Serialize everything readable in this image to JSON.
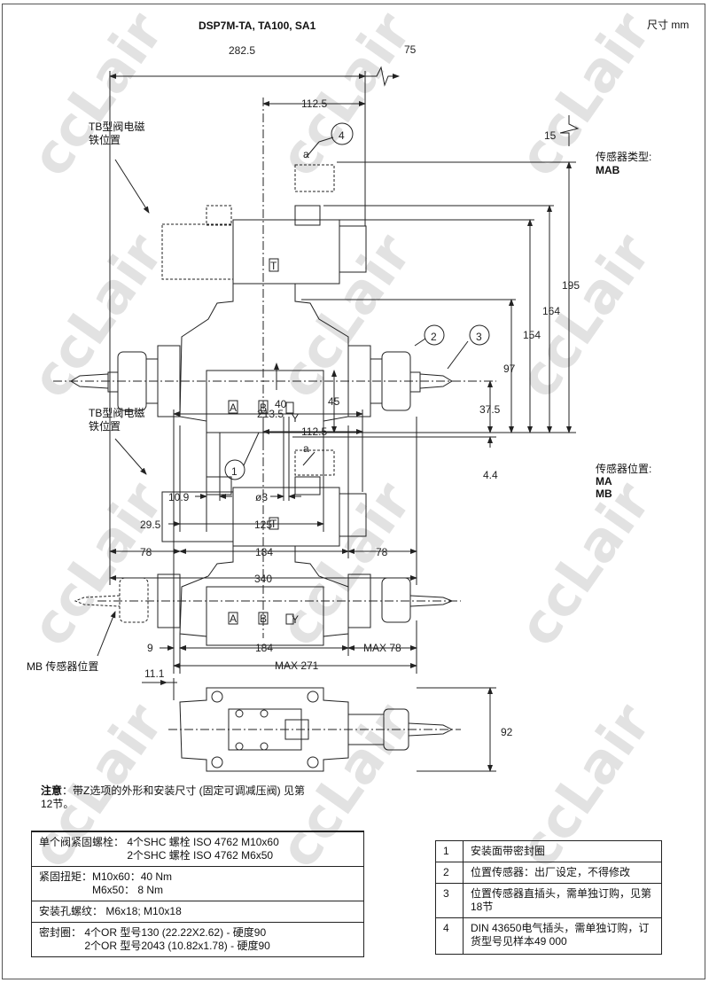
{
  "title": "DSP7M-TA, TA100, SA1",
  "units": "尺寸  mm",
  "watermark": "ccLair",
  "view1": {
    "tb_label": [
      "TB型阀电磁",
      "铁位置"
    ],
    "sensor_type_label": "传感器类型:",
    "sensor_type_value": "MAB",
    "dims": {
      "d282_5": "282.5",
      "d75": "75",
      "d112_5": "112.5",
      "d15": "15",
      "d195": "195",
      "d164": "164",
      "d154": "154",
      "d97": "97",
      "d45": "45",
      "d40": "40",
      "d37_5": "37.5",
      "d4_4": "4.4",
      "d10_9": "10.9",
      "dphi3": "ø3",
      "d29_5": "29.5",
      "d125": "125",
      "d78a": "78",
      "d184": "184",
      "d78b": "78",
      "d340": "340"
    },
    "ports": {
      "a": "a",
      "A": "A",
      "B": "B",
      "Y": "Y",
      "T": "T"
    },
    "callouts": [
      "1",
      "2",
      "3",
      "4"
    ]
  },
  "view2": {
    "tb_label": [
      "TB型阀电磁",
      "铁位置"
    ],
    "sensor_pos_label": "传感器位置:",
    "sensor_pos_values": [
      "MA",
      "MB"
    ],
    "mb_label": "MB 传感器位置",
    "dims": {
      "d213_5": "213.5",
      "d112_5": "112.5",
      "d9": "9",
      "d184": "184",
      "dmax78": "MAX 78",
      "dmax271": "MAX 271"
    },
    "ports": {
      "a": "a",
      "A": "A",
      "B": "B",
      "Y": "Y",
      "T": "T"
    }
  },
  "view3": {
    "dims": {
      "d11_1": "11.1",
      "d92": "92"
    }
  },
  "note": {
    "label": "注意",
    "text": "：带Z选项的外形和安装尺寸 (固定可调减压阀) 见第",
    "text2": "12节。"
  },
  "specs": [
    {
      "label": "单个阀紧固螺栓：",
      "lines": [
        "4个SHC 螺栓 ISO 4762 M10x60",
        "2个SHC 螺栓 ISO 4762 M6x50"
      ]
    },
    {
      "label": "紧固扭矩：",
      "lines": [
        "M10x60：40 Nm",
        "M6x50：  8 Nm"
      ]
    },
    {
      "label": "安装孔螺纹：",
      "lines": [
        "M6x18; M10x18"
      ]
    },
    {
      "label": "密封圈：",
      "lines": [
        "4个OR 型号130 (22.22X2.62) - 硬度90",
        "2个OR 型号2043 (10.82x1.78) - 硬度90"
      ]
    }
  ],
  "legend": [
    {
      "num": "1",
      "text": "安装面带密封圈"
    },
    {
      "num": "2",
      "text": "位置传感器：出厂设定，不得修改"
    },
    {
      "num": "3",
      "text": "位置传感器直插头，需单独订购，见第18节"
    },
    {
      "num": "4",
      "text": "DIN 43650电气插头，需单独订购，订货型号见样本49 000"
    }
  ]
}
